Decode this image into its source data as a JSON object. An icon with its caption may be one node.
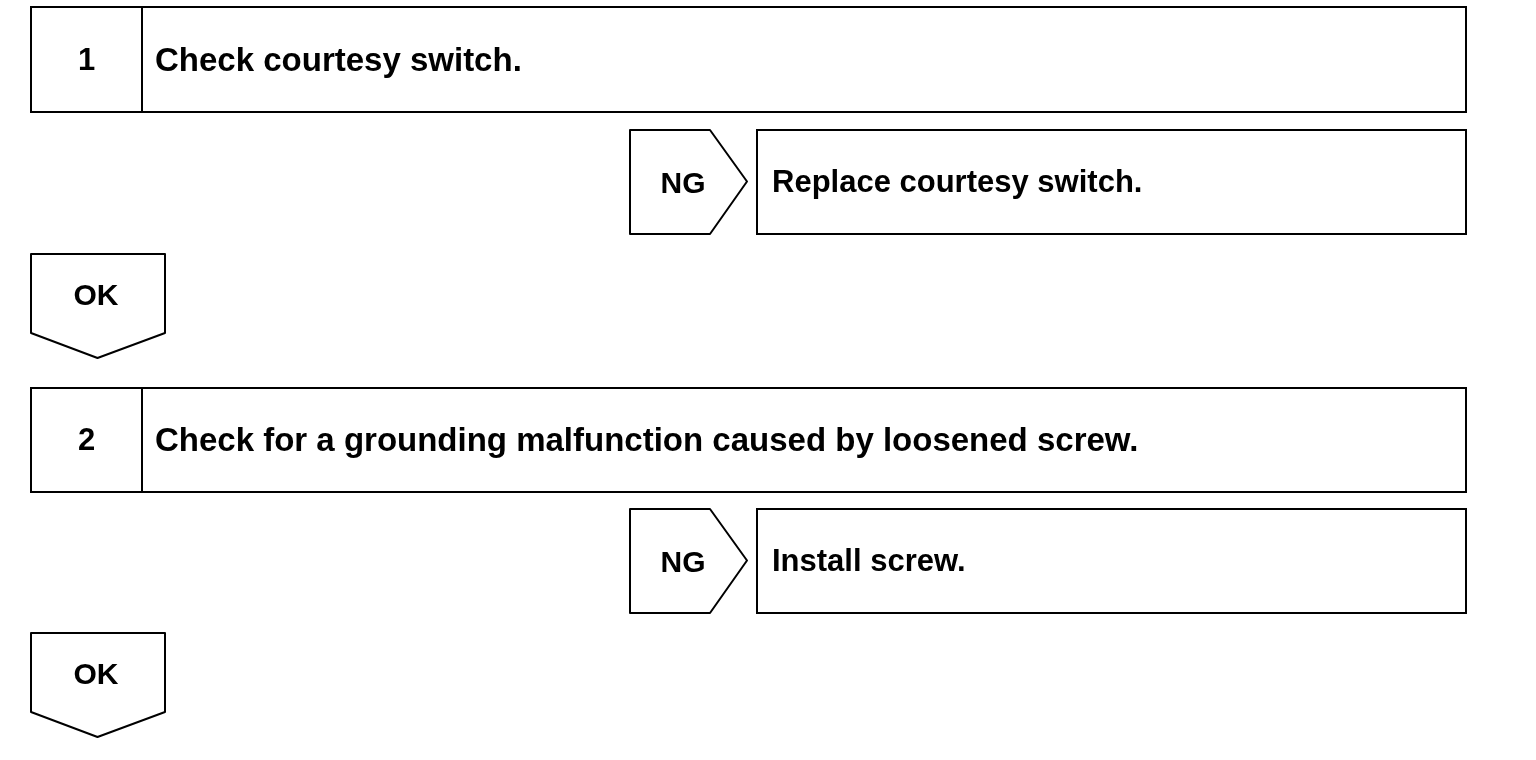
{
  "diagram": {
    "nodes": [
      {
        "text": [
          "1",
          "Check courtesy switch."
        ]
      },
      {
        "text": [
          "NG"
        ]
      },
      {
        "text": [
          "Replace courtesy switch."
        ]
      },
      {
        "text": [
          "OK"
        ]
      },
      {
        "text": [
          "2",
          "Check for a grounding malfunction caused by loosened screw."
        ]
      },
      {
        "text": [
          "NG"
        ]
      },
      {
        "text": [
          "Install screw."
        ]
      },
      {
        "text": [
          "OK"
        ]
      }
    ]
  }
}
